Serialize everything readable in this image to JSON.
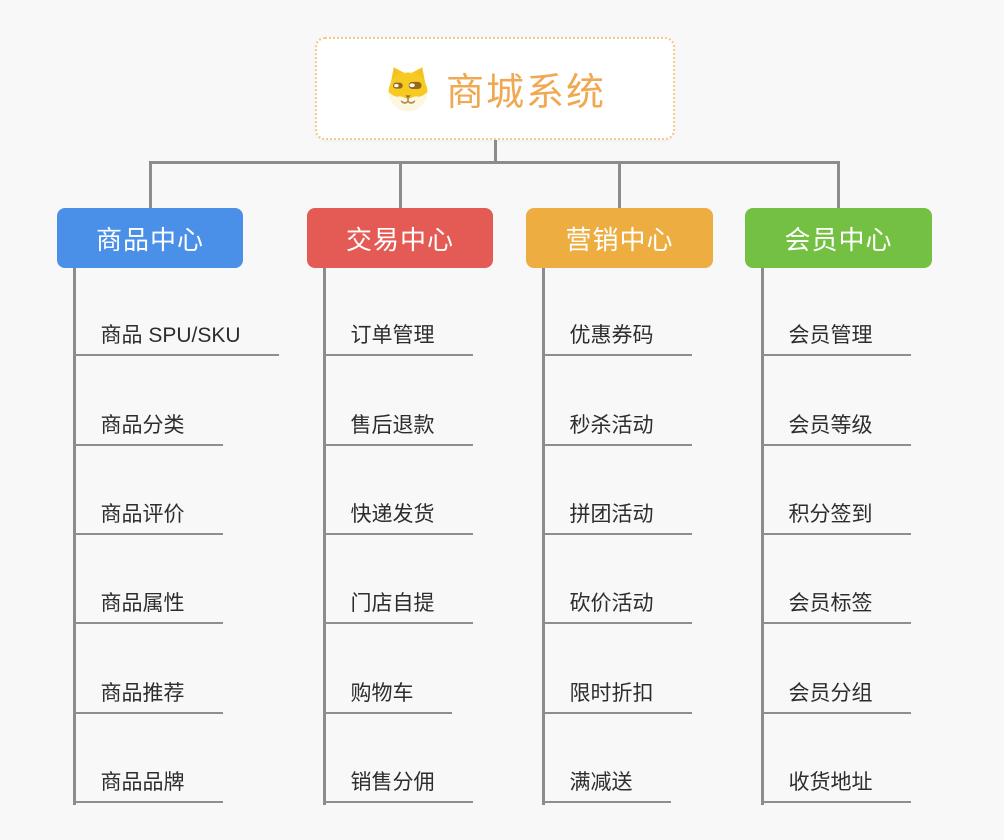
{
  "palette": {
    "background": "#f8f8f8",
    "connector_line": "#8c8c8c",
    "leaf_underline": "#8e8e8e",
    "leaf_text": "#2d2d2d",
    "root_text": "#f0a852",
    "root_border": "#f3c988"
  },
  "root": {
    "title": "商城系统",
    "icon": "doge-face-icon"
  },
  "branches": [
    {
      "label": "商品中心",
      "color": "#4a90e8",
      "children": [
        "商品 SPU/SKU",
        "商品分类",
        "商品评价",
        "商品属性",
        "商品推荐",
        "商品品牌"
      ]
    },
    {
      "label": "交易中心",
      "color": "#e45a55",
      "children": [
        "订单管理",
        "售后退款",
        "快递发货",
        "门店自提",
        "购物车",
        "销售分佣"
      ]
    },
    {
      "label": "营销中心",
      "color": "#edad40",
      "children": [
        "优惠券码",
        "秒杀活动",
        "拼团活动",
        "砍价活动",
        "限时折扣",
        "满减送"
      ]
    },
    {
      "label": "会员中心",
      "color": "#74c043",
      "children": [
        "会员管理",
        "会员等级",
        "积分签到",
        "会员标签",
        "会员分组",
        "收货地址"
      ]
    }
  ]
}
